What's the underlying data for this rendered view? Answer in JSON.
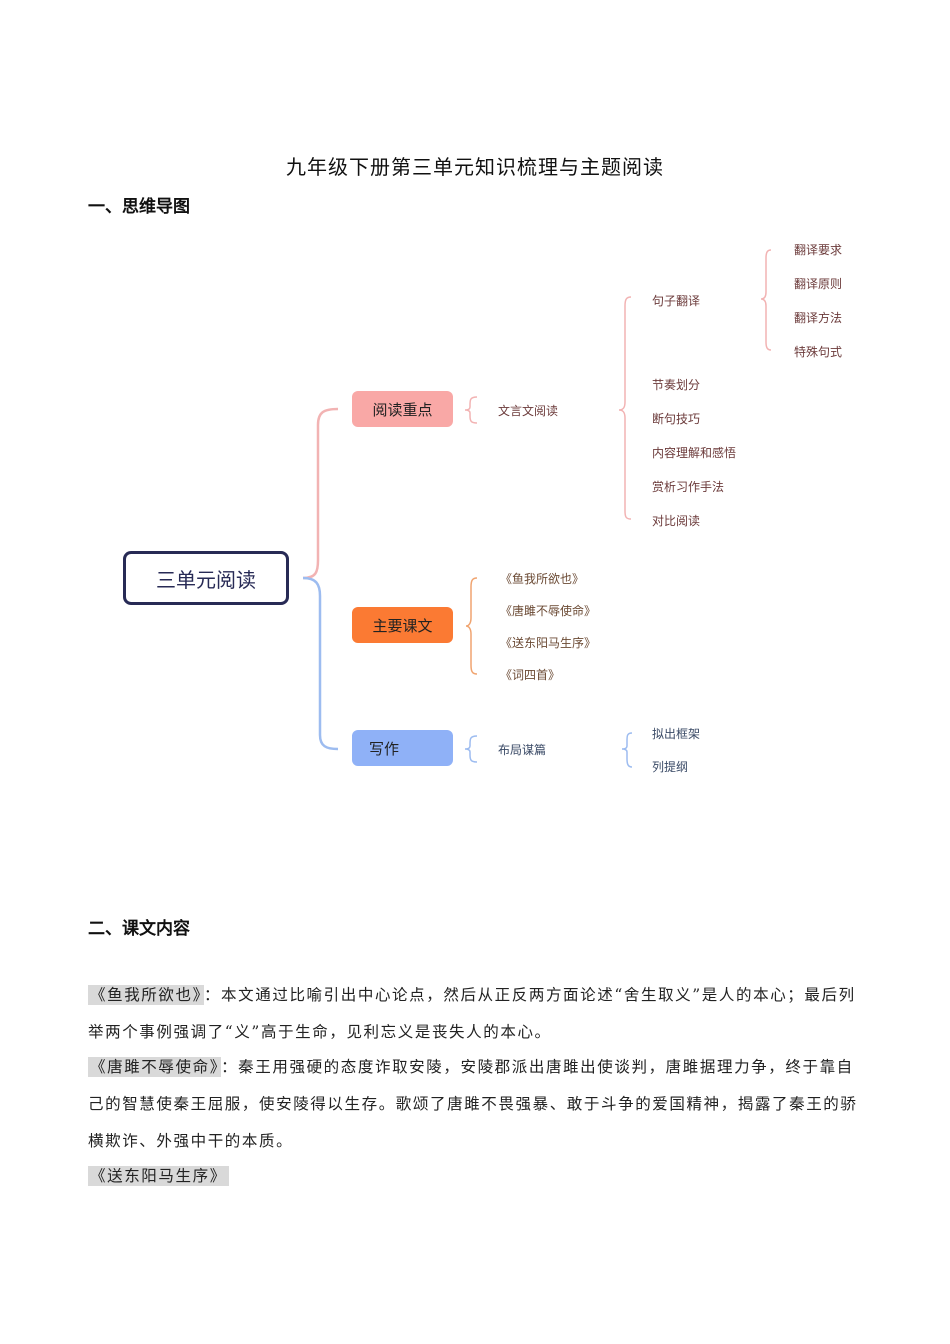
{
  "document": {
    "title": "九年级下册第三单元知识梳理与主题阅读"
  },
  "sections": [
    {
      "heading": "一、思维导图"
    },
    {
      "heading": "二、课文内容"
    }
  ],
  "mindmap": {
    "root": "三单元阅读",
    "colors": {
      "root_border": "#272a55",
      "reading_branch": "#f9a8a6",
      "texts_branch": "#fb7a33",
      "writing_branch": "#8fb1f7",
      "red_connector": "#f2b3b3",
      "orange_connector": "#f0a470",
      "blue_connector": "#9dbcf0"
    },
    "branches": [
      {
        "label": "阅读重点",
        "children": [
          {
            "label": "文言文阅读",
            "children": [
              {
                "label": "句子翻译",
                "children": [
                  "翻译要求",
                  "翻译原则",
                  "翻译方法",
                  "特殊句式"
                ]
              },
              {
                "label": "节奏划分"
              },
              {
                "label": "断句技巧"
              },
              {
                "label": "内容理解和感悟"
              },
              {
                "label": "赏析习作手法"
              },
              {
                "label": "对比阅读"
              }
            ]
          }
        ]
      },
      {
        "label": "主要课文",
        "children": [
          "《鱼我所欲也》",
          "《唐雎不辱使命》",
          "《送东阳马生序》",
          "《词四首》"
        ]
      },
      {
        "label": "写作",
        "children": [
          {
            "label": "布局谋篇",
            "children": [
              "拟出框架",
              "列提纲"
            ]
          }
        ]
      }
    ]
  },
  "lessons": [
    {
      "title": "《鱼我所欲也》",
      "text": "：本文通过比喻引出中心论点，然后从正反两方面论述“舍生取义”是人的本心；最后列举两个事例强调了“义”高于生命，见利忘义是丧失人的本心。"
    },
    {
      "title": "《唐雎不辱使命》",
      "text": "：秦王用强硬的态度诈取安陵，安陵郡派出唐雎出使谈判，唐雎据理力争，终于靠自己的智慧使秦王屈服，使安陵得以生存。歌颂了唐雎不畏强暴、敢于斗争的爱国精神，揭露了秦王的骄横欺诈、外强中干的本质。"
    },
    {
      "title": "《送东阳马生序》",
      "text": ""
    }
  ]
}
